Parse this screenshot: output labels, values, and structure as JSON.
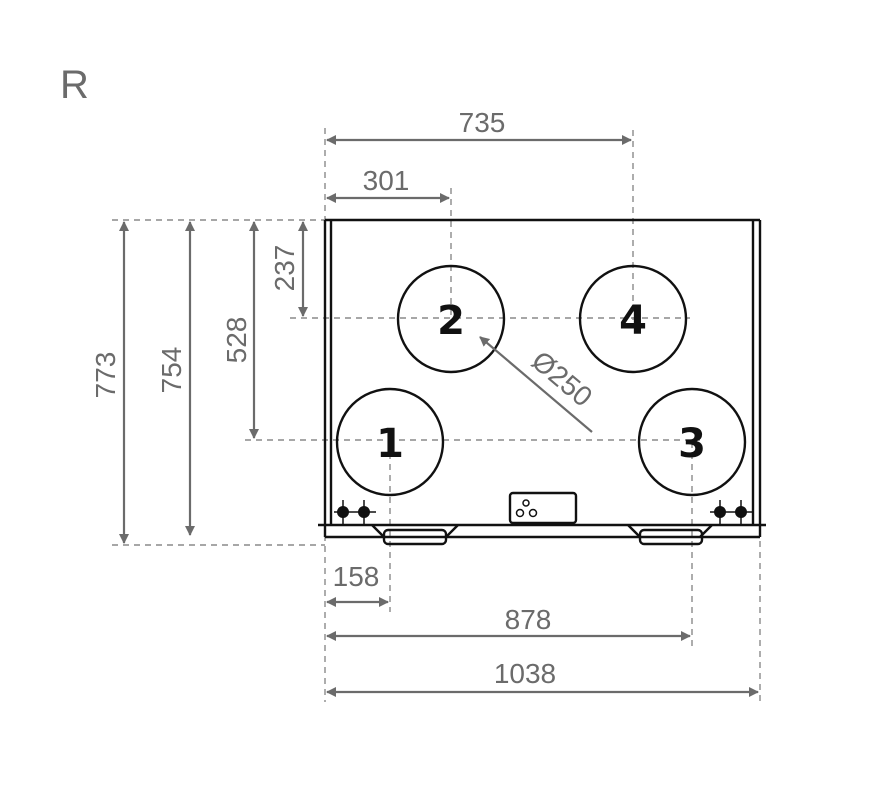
{
  "view_label": "R",
  "dimensions": {
    "d735": "735",
    "d301": "301",
    "d773": "773",
    "d754": "754",
    "d528": "528",
    "d237": "237",
    "d158": "158",
    "d878": "878",
    "d1038": "1038",
    "diameter": "Ø250"
  },
  "ports": [
    "1",
    "2",
    "3",
    "4"
  ],
  "colors": {
    "dimension": "#6b6b6b",
    "outline": "#111111"
  }
}
